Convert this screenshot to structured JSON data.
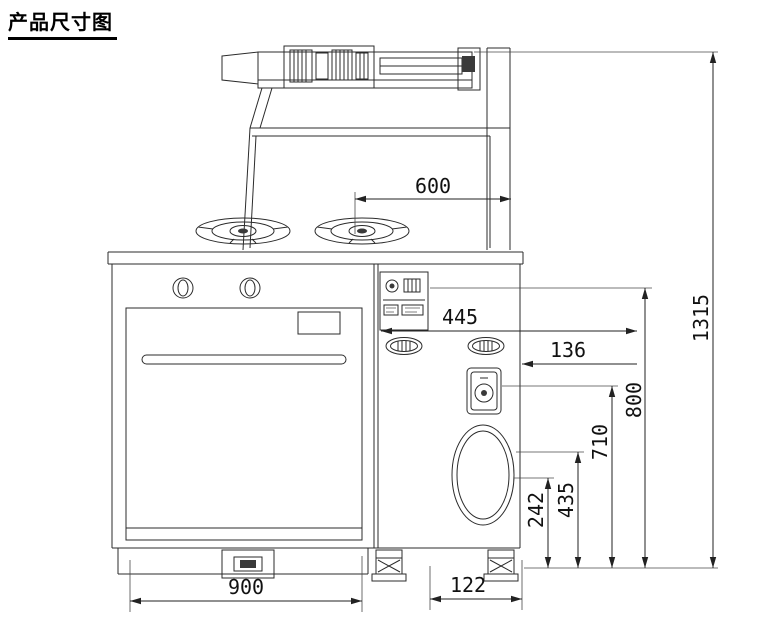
{
  "page": {
    "title": "产品尺寸图"
  },
  "colors": {
    "line": "#2b2b2b",
    "background": "#ffffff"
  },
  "diagram": {
    "dimensions": {
      "d600": "600",
      "d445": "445",
      "d136": "136",
      "d800": "800",
      "d710": "710",
      "d435": "435",
      "d242": "242",
      "d1315": "1315",
      "d900": "900",
      "d122": "122"
    }
  }
}
